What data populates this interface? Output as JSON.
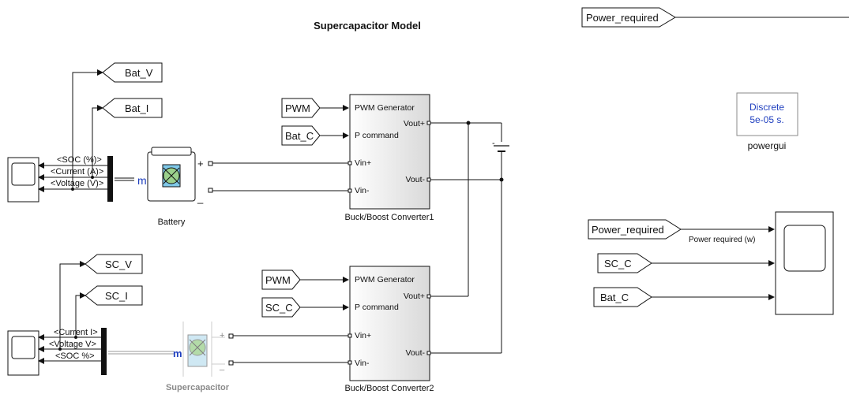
{
  "diagram": {
    "title": "Supercapacitor Model",
    "goto_power_required": "Power_required",
    "battery_bus": {
      "signals": [
        "<SOC (%)>",
        "<Current (A)>",
        "<Voltage (V)>"
      ],
      "goto_tags": [
        "Bat_V",
        "Bat_I"
      ]
    },
    "battery": {
      "label": "Battery",
      "port_m": "m",
      "plus": "+",
      "minus": "_"
    },
    "converter1": {
      "label": "Buck/Boost Converter1",
      "inputs": [
        "PWM Generator",
        "P command",
        "Vin+",
        "Vin-"
      ],
      "outputs": [
        "Vout+",
        "Vout-"
      ],
      "from_tags": [
        "PWM",
        "Bat_C"
      ]
    },
    "converter2": {
      "label": "Buck/Boost Converter2",
      "inputs": [
        "PWM Generator",
        "P command",
        "Vin+",
        "Vin-"
      ],
      "outputs": [
        "Vout+",
        "Vout-"
      ],
      "from_tags": [
        "PWM",
        "SC_C"
      ]
    },
    "sc_bus": {
      "signals": [
        "<Current I>",
        "<Voltage V>",
        "<SOC %>"
      ],
      "goto_tags": [
        "SC_V",
        "SC_I"
      ]
    },
    "supercapacitor": {
      "label": "Supercapacitor",
      "port_m": "m",
      "plus": "+",
      "minus": "_"
    },
    "powergui": {
      "line1": "Discrete",
      "line2": "5e-05 s.",
      "label": "powergui"
    },
    "load_source": {
      "minus": "-"
    },
    "scope_section": {
      "from_tags": [
        "Power_required",
        "SC_C",
        "Bat_C"
      ],
      "signal_label": "Power required (w)"
    }
  },
  "colors": {
    "powergui_text": "#1f3fbf",
    "muted_label": "#8a8a8a",
    "port_m": "#1f3fbf"
  }
}
